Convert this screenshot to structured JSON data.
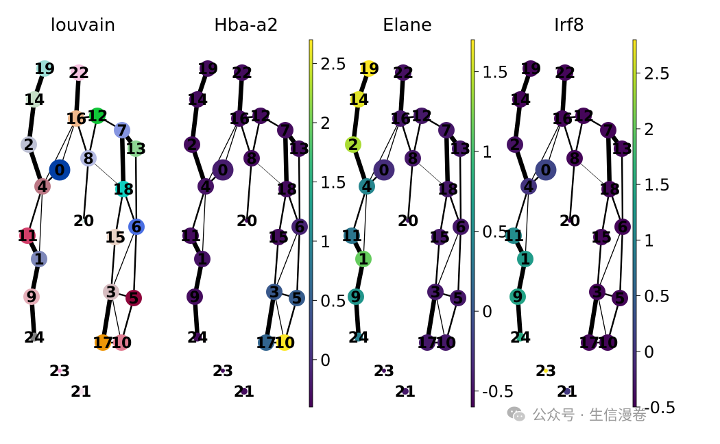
{
  "chart_data": [
    {
      "type": "graph",
      "title": "louvain",
      "coloring": "categorical",
      "node_colors": {
        "0": "#023fa5",
        "1": "#7d87b9",
        "2": "#bec1d4",
        "3": "#d6bcc0",
        "4": "#bb7784",
        "5": "#8e063b",
        "6": "#4a6fe3",
        "7": "#8595e1",
        "8": "#b5bbe3",
        "9": "#e6afb9",
        "10": "#e07b91",
        "11": "#d33f6a",
        "12": "#11c638",
        "13": "#8dd593",
        "14": "#c6dec7",
        "15": "#ead3c6",
        "16": "#f0b98d",
        "17": "#ef9708",
        "18": "#0fcfc0",
        "19": "#9cded6",
        "20": "#d5eae7",
        "21": "#f3e1eb",
        "22": "#f6c4e1",
        "23": "#f79cd4",
        "24": "#7f7f7f"
      }
    },
    {
      "type": "graph",
      "title": "Hba-a2",
      "coloring": "continuous",
      "colorbar": {
        "min": -0.4,
        "max": 2.7,
        "ticks": [
          "0",
          "0.5",
          "1",
          "1.5",
          "2",
          "2.5"
        ]
      },
      "node_values": {
        "0": -0.15,
        "1": -0.25,
        "2": -0.3,
        "3": 0.45,
        "4": -0.25,
        "5": 0.5,
        "6": -0.1,
        "7": -0.3,
        "8": -0.3,
        "9": -0.3,
        "10": 2.7,
        "11": -0.3,
        "12": -0.3,
        "13": -0.3,
        "14": -0.3,
        "15": -0.3,
        "16": -0.3,
        "17": 0.6,
        "18": -0.3,
        "19": -0.3,
        "20": -0.3,
        "21": -0.3,
        "22": -0.3,
        "23": -0.3,
        "24": -0.3
      }
    },
    {
      "type": "graph",
      "title": "Elane",
      "coloring": "continuous",
      "colorbar": {
        "min": -0.6,
        "max": 1.7,
        "ticks": [
          "-0.5",
          "0",
          "0.5",
          "1",
          "1.5"
        ]
      },
      "node_values": {
        "0": -0.3,
        "1": 1.15,
        "2": 1.4,
        "3": -0.45,
        "4": 0.45,
        "5": -0.45,
        "6": -0.45,
        "7": -0.45,
        "8": -0.45,
        "9": 0.6,
        "10": -0.45,
        "11": 0.3,
        "12": -0.45,
        "13": -0.45,
        "14": 1.6,
        "15": -0.45,
        "16": -0.45,
        "17": -0.45,
        "18": -0.45,
        "19": 1.7,
        "20": -0.45,
        "21": -0.45,
        "22": -0.5,
        "23": -0.5,
        "24": 0.4
      }
    },
    {
      "type": "graph",
      "title": "Irf8",
      "coloring": "continuous",
      "colorbar": {
        "min": -0.5,
        "max": 2.8,
        "ticks": [
          "-0.5",
          "0",
          "0.5",
          "1",
          "1.5",
          "2",
          "2.5"
        ]
      },
      "node_values": {
        "0": 0.2,
        "1": 1.3,
        "2": -0.35,
        "3": -0.45,
        "4": 0.0,
        "5": -0.45,
        "6": -0.45,
        "7": -0.45,
        "8": -0.45,
        "9": 1.4,
        "10": -0.45,
        "11": 1.1,
        "12": -0.45,
        "13": -0.45,
        "14": -0.45,
        "15": -0.45,
        "16": -0.45,
        "17": -0.45,
        "18": -0.45,
        "19": -0.45,
        "20": -0.45,
        "21": 0.05,
        "22": -0.45,
        "23": 2.8,
        "24": 1.5
      }
    }
  ],
  "graph": {
    "nodes": [
      "0",
      "1",
      "2",
      "3",
      "4",
      "5",
      "6",
      "7",
      "8",
      "9",
      "10",
      "11",
      "12",
      "13",
      "14",
      "15",
      "16",
      "17",
      "18",
      "19",
      "20",
      "21",
      "22",
      "23",
      "24"
    ],
    "edges": [
      [
        "19",
        "14",
        "thick"
      ],
      [
        "14",
        "2",
        "thick"
      ],
      [
        "2",
        "4",
        "thick"
      ],
      [
        "4",
        "0",
        "medium"
      ],
      [
        "4",
        "11",
        "medium"
      ],
      [
        "4",
        "1",
        "thin"
      ],
      [
        "11",
        "1",
        "thick"
      ],
      [
        "1",
        "9",
        "thick"
      ],
      [
        "9",
        "24",
        "thick"
      ],
      [
        "22",
        "16",
        "thick"
      ],
      [
        "16",
        "12",
        "medium"
      ],
      [
        "16",
        "8",
        "medium"
      ],
      [
        "16",
        "0",
        "thin"
      ],
      [
        "16",
        "4",
        "thin"
      ],
      [
        "12",
        "7",
        "medium"
      ],
      [
        "12",
        "8",
        "medium"
      ],
      [
        "7",
        "13",
        "thick"
      ],
      [
        "7",
        "18",
        "thick"
      ],
      [
        "13",
        "6",
        "medium"
      ],
      [
        "8",
        "20",
        "medium"
      ],
      [
        "8",
        "18",
        "hair"
      ],
      [
        "18",
        "6",
        "medium"
      ],
      [
        "18",
        "15",
        "medium"
      ],
      [
        "6",
        "3",
        "thin"
      ],
      [
        "6",
        "5",
        "medium"
      ],
      [
        "15",
        "3",
        "medium"
      ],
      [
        "3",
        "5",
        "medium"
      ],
      [
        "3",
        "17",
        "thick"
      ],
      [
        "3",
        "10",
        "thin"
      ],
      [
        "5",
        "10",
        "medium"
      ],
      [
        "17",
        "10",
        "medium"
      ]
    ]
  },
  "watermark": {
    "text": "公众号 · 生信漫卷",
    "icon": "wechat-icon"
  }
}
